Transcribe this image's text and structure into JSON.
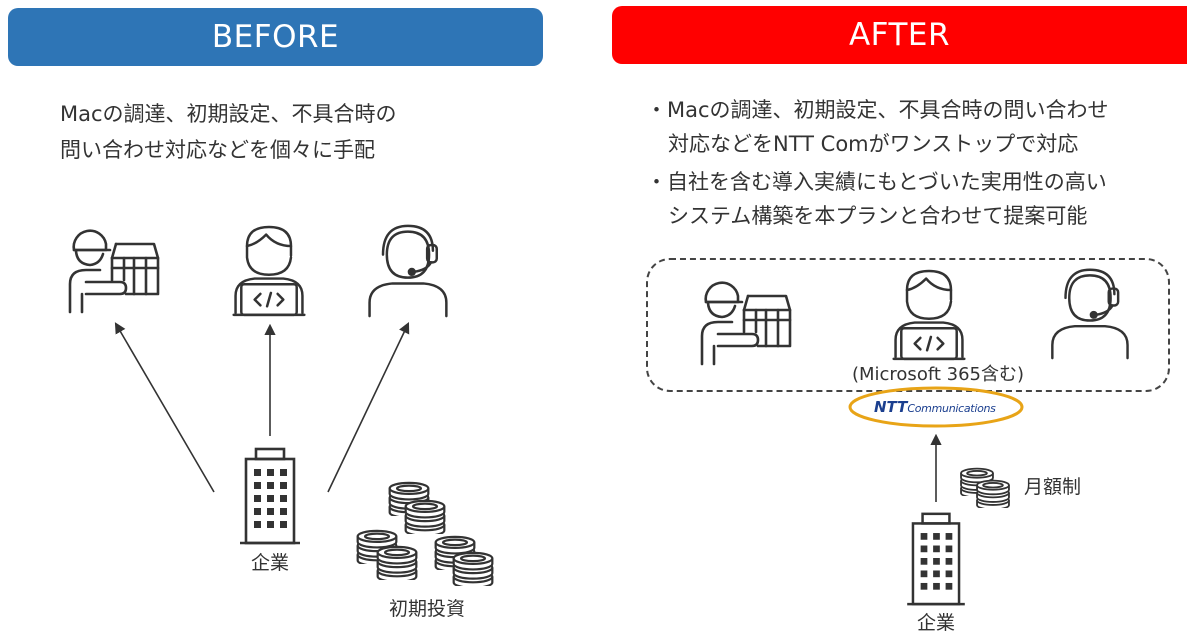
{
  "before": {
    "title": "BEFORE",
    "title_bg": "#2E75B6",
    "desc_line1": "Macの調達、初期設定、不具合時の",
    "desc_line2": "問い合わせ対応などを個々に手配",
    "company_label": "企業",
    "investment_label": "初期投資"
  },
  "after": {
    "title": "AFTER",
    "title_bg": "#FF0000",
    "bullet1_line1": "・Macの調達、初期設定、不具合時の問い合わせ",
    "bullet1_line2": "対応などをNTT Comがワンストップで対応",
    "bullet2_line1": "・自社を含む導入実績にもとづいた実用性の高い",
    "bullet2_line2": "システム構築を本プランと合わせて提案可能",
    "service_note": "(Microsoft 365含む)",
    "logo_text": "Communications",
    "logo_bold": "NTT",
    "monthly_label": "月額制",
    "company_label": "企業"
  },
  "icons": [
    "delivery-person-icon",
    "developer-laptop-icon",
    "support-headset-icon",
    "building-icon",
    "coins-icon",
    "arrow-icon"
  ],
  "colors": {
    "line": "#333333",
    "blue": "#2E75B6",
    "red": "#FF0000",
    "ntt_blue": "#1B3F8F",
    "ntt_gold": "#E8A417"
  }
}
